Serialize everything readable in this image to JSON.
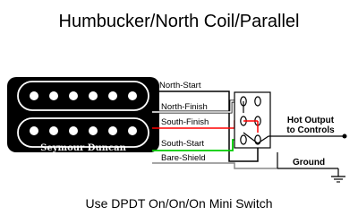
{
  "diagram": {
    "title": "Humbucker/North Coil/Parallel",
    "caption": "Use DPDT On/On/On Mini Switch",
    "pickup": {
      "brand": "Seymour Duncan"
    },
    "wires": {
      "north_start": "North-Start",
      "north_finish": "North-Finish",
      "south_finish": "South-Finish",
      "south_start": "South-Start",
      "bare_shield": "Bare-Shield"
    },
    "outputs": {
      "hot_output_line1": "Hot Output",
      "hot_output_line2": "to Controls",
      "ground": "Ground"
    },
    "colors": {
      "north_start": "#000000",
      "north_finish": "#ffffff",
      "south_finish": "#ff0000",
      "south_start": "#00cc00",
      "bare_shield": "#888888",
      "pickup_body": "#000000",
      "pole_piece": "#ffffff"
    }
  }
}
